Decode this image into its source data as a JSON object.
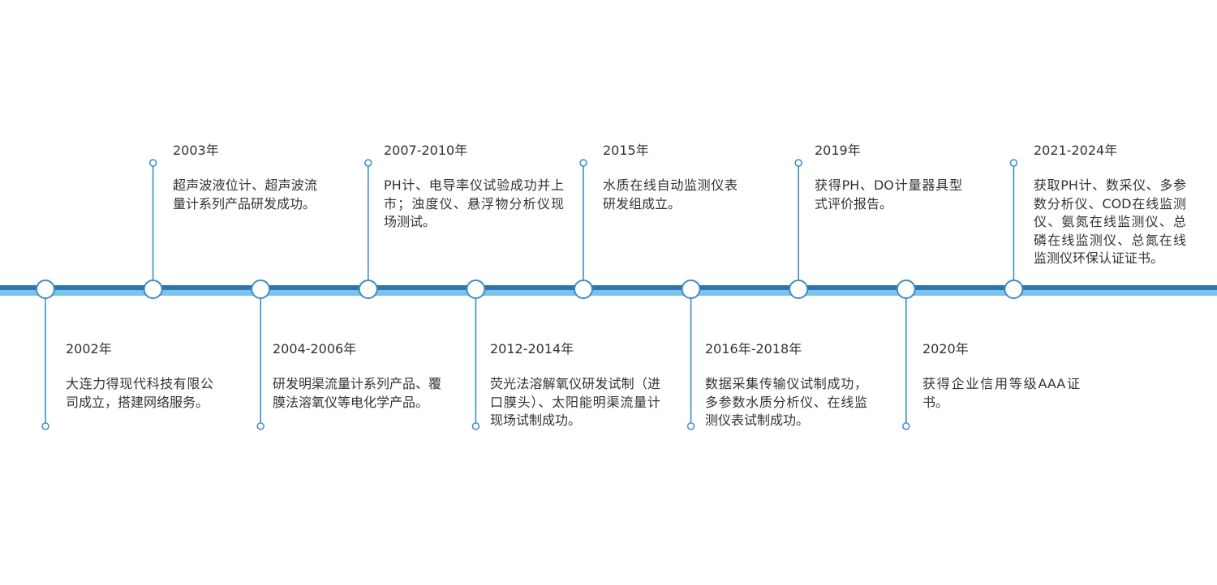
{
  "colors": {
    "line_dark": "#2e76ad",
    "line_light": "#7cc3ec",
    "node_stroke": "#3d8cc8",
    "text": "#333333"
  },
  "milestones": [
    {
      "year": "2002年",
      "text": "大连力得现代科技有限公司成立，搭建网络服务。",
      "side": "below"
    },
    {
      "year": "2003年",
      "text": "超声波液位计、超声波流量计系列产品研发成功。",
      "side": "above"
    },
    {
      "year": "2004-2006年",
      "text": "研发明渠流量计系列产品、覆膜法溶氧仪等电化学产品。",
      "side": "below"
    },
    {
      "year": "2007-2010年",
      "text": "PH计、电导率仪试验成功并上市；浊度仪、悬浮物分析仪现场测试。",
      "side": "above"
    },
    {
      "year": "2012-2014年",
      "text": "荧光法溶解氧仪研发试制（进口膜头）、太阳能明渠流量计现场试制成功。",
      "side": "below"
    },
    {
      "year": "2015年",
      "text": "水质在线自动监测仪表研发组成立。",
      "side": "above"
    },
    {
      "year": "2016年-2018年",
      "text": "数据采集传输仪试制成功，多参数水质分析仪、在线监测仪表试制成功。",
      "side": "below"
    },
    {
      "year": "2019年",
      "text": "获得PH、DO计量器具型式评价报告。",
      "side": "above"
    },
    {
      "year": "2020年",
      "text": "获得企业信用等级AAA证书。",
      "side": "below"
    },
    {
      "year": "2021-2024年",
      "text": "获取PH计、数采仪、多参数分析仪、COD在线监测仪、氨氮在线监测仪、总磷在线监测仪、总氮在线监测仪环保认证证书。",
      "side": "above"
    }
  ]
}
